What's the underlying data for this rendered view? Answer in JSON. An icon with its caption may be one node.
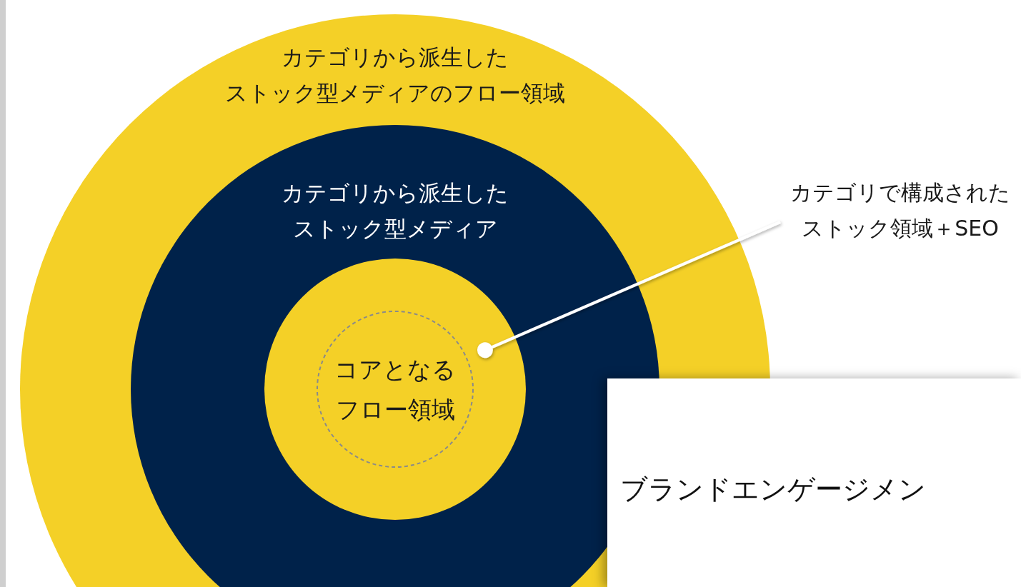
{
  "diagram": {
    "nodes": [
      {
        "text": [
          "カテゴリから派生したストック型メディアのフロー領域"
        ]
      },
      {
        "text": [
          "カテゴリから派生したストック型メディア"
        ],
        "in": 0
      },
      {
        "text": [],
        "shape": "circle",
        "in": 1
      },
      {
        "text": [
          "コアとなるフロー領域"
        ],
        "in": 2
      },
      {
        "text": [
          "カテゴリで構成されたストック領域＋SEO"
        ]
      }
    ],
    "edges": [
      {
        "from": 4,
        "to": 2,
        "arrow": "other"
      }
    ],
    "labels": [
      "ブランドエンゲージメン"
    ]
  }
}
